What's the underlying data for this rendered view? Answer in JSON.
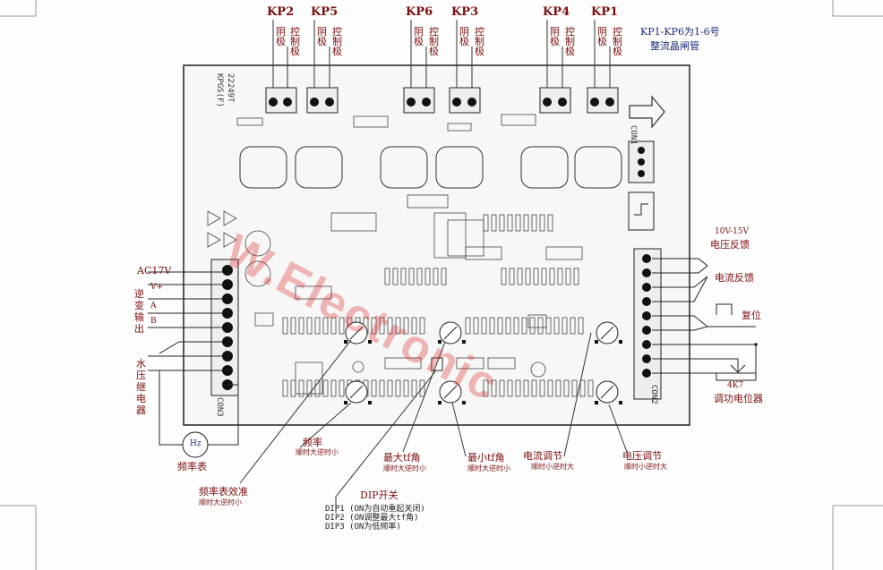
{
  "top_labels": {
    "kp2": "KP2",
    "kp5": "KP5",
    "kp6": "KP6",
    "kp3": "KP3",
    "kp4": "KP4",
    "kp1": "KP1",
    "cathode": "阴极",
    "gate": "控制极",
    "note_line1": "KP1-KP6为1-6号",
    "note_line2": "整流晶闸管"
  },
  "right_labels": {
    "range": "10V-15V",
    "voltage_feedback": "电压反馈",
    "current_feedback": "电流反馈",
    "reset": "复位",
    "pot_value": "4K7",
    "pot_name": "调功电位器"
  },
  "left_labels": {
    "ac17v": "AC17V",
    "vplus": "V+",
    "a": "A",
    "b": "B",
    "inverter_output": "逆变输出",
    "water_pressure_relay": "水压继电器",
    "hz": "Hz",
    "freq_meter": "频率表"
  },
  "bottom_labels": {
    "freq": "频率",
    "freq_dir": "顺时大逆时小",
    "max_tf": "最大tf角",
    "max_tf_dir": "顺时大逆时小",
    "min_tf": "最小tf角",
    "min_tf_dir": "顺时大逆时小",
    "cur_adj": "电流调节",
    "cur_adj_dir": "顺时小逆时大",
    "volt_adj": "电压调节",
    "volt_adj_dir": "顺时小逆时大",
    "freq_cal": "频率表效准",
    "freq_cal_dir": "顺时大逆时小",
    "dip": "DIP开关",
    "dip1": "DIP1 (ON为自动重起关闭)",
    "dip2": "DIP2 (ON调整最大tf角)",
    "dip3": "DIP3 (ON为低频率)"
  },
  "board_text": {
    "model1": "22249T",
    "model2": "KPGS(F)",
    "con1": "CON1",
    "con2": "CON2",
    "con3": "CON3",
    "watermark": "W.Electronic"
  }
}
